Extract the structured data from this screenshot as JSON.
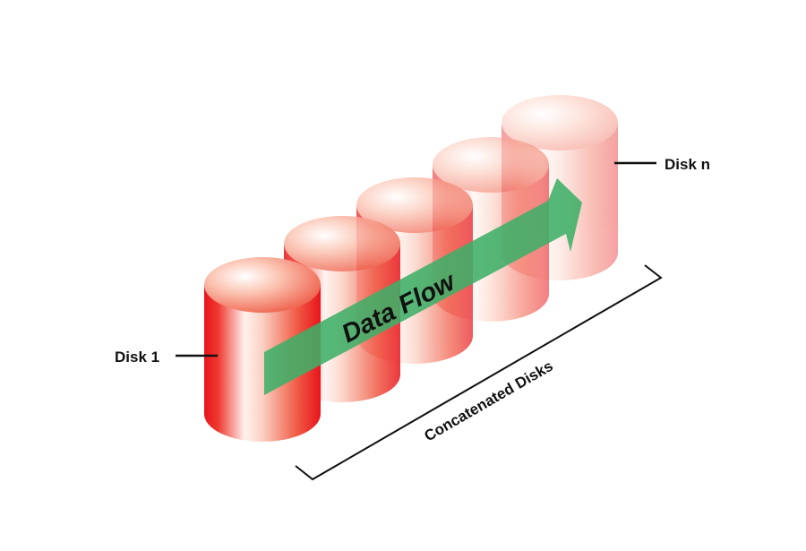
{
  "labels": {
    "disk_first": "Disk 1",
    "disk_last": "Disk n",
    "flow": "Data Flow",
    "group": "Concatenated Disks"
  },
  "colors": {
    "disk": "#e8141c",
    "arrow": "#3daf68",
    "line": "#111111"
  },
  "disks": [
    {
      "name": "disk-1",
      "opacity": 1.0
    },
    {
      "name": "disk-2",
      "opacity": 0.85
    },
    {
      "name": "disk-3",
      "opacity": 0.7
    },
    {
      "name": "disk-4",
      "opacity": 0.55
    },
    {
      "name": "disk-5",
      "opacity": 0.4
    }
  ]
}
